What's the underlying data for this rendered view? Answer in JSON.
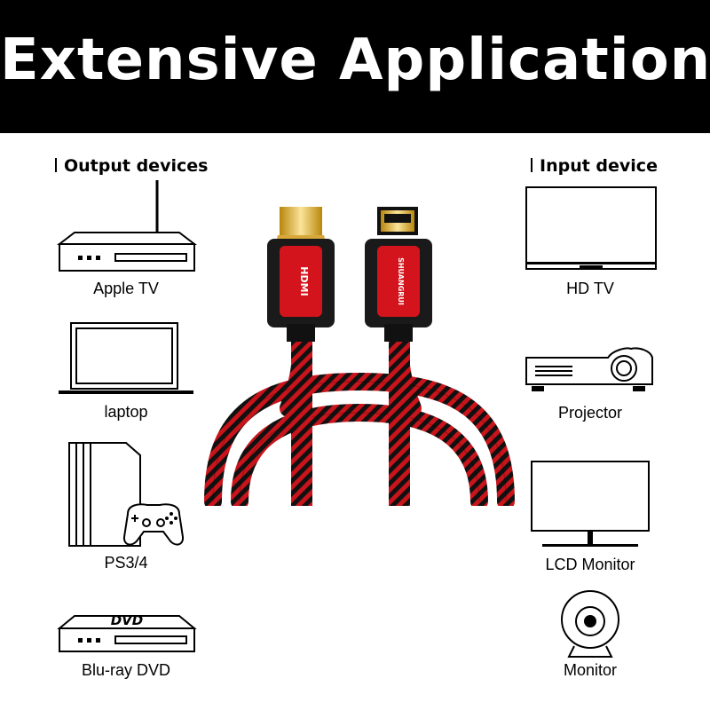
{
  "banner": {
    "title": "Extensive Application"
  },
  "output_section": {
    "heading": "Output devices",
    "devices": [
      {
        "label": "Apple TV",
        "icon": "apple-tv-icon"
      },
      {
        "label": "laptop",
        "icon": "laptop-icon"
      },
      {
        "label": "PS3/4",
        "icon": "game-console-icon"
      },
      {
        "label": "Blu-ray DVD",
        "icon": "dvd-player-icon",
        "badge": "DVD"
      }
    ]
  },
  "input_section": {
    "heading": "Input device",
    "devices": [
      {
        "label": "HD TV",
        "icon": "tv-icon"
      },
      {
        "label": "Projector",
        "icon": "projector-icon"
      },
      {
        "label": "LCD Monitor",
        "icon": "lcd-monitor-icon"
      },
      {
        "label": "Monitor",
        "icon": "webcam-icon"
      }
    ]
  },
  "cable": {
    "icon": "hdmi-cable-icon",
    "left_plug_text": "HDMI",
    "right_plug_text": "SHUANGRUI",
    "colors": {
      "braid_red": "#c8141b",
      "braid_black": "#111111",
      "gold": "#e2b63a",
      "plug_red": "#d3141c"
    }
  }
}
